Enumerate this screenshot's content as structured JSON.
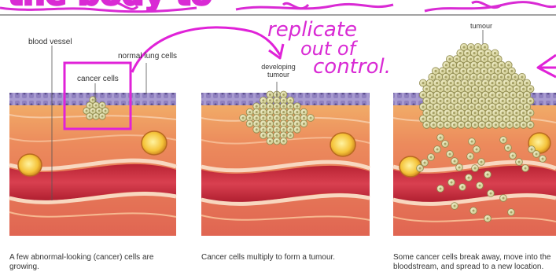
{
  "annotations": {
    "top_scribble": "the body to",
    "replicate_line1": "replicate",
    "replicate_line2": "out of",
    "replicate_line3": "control."
  },
  "panel1": {
    "label_blood_vessel": "blood vessel",
    "label_normal_lung_cells": "normal lung cells",
    "label_cancer_cells": "cancer cells",
    "caption_line1": "A few abnormal-looking (cancer) cells are",
    "caption_line2": "growing."
  },
  "panel2": {
    "label_line1": "developing",
    "label_line2": "tumour",
    "caption": "Cancer cells multiply to form a tumour."
  },
  "panel3": {
    "label_tumour": "tumour",
    "caption_line1": "Some cancer cells break away, move into the",
    "caption_line2": "bloodstream, and spread to a new location."
  },
  "colors": {
    "annotation": "#d92ad4",
    "tissue": "#e8705a",
    "vessel": "#c8303c",
    "cell_fill": "#e3e0b0",
    "lung_cells": "#9b8fc4"
  }
}
